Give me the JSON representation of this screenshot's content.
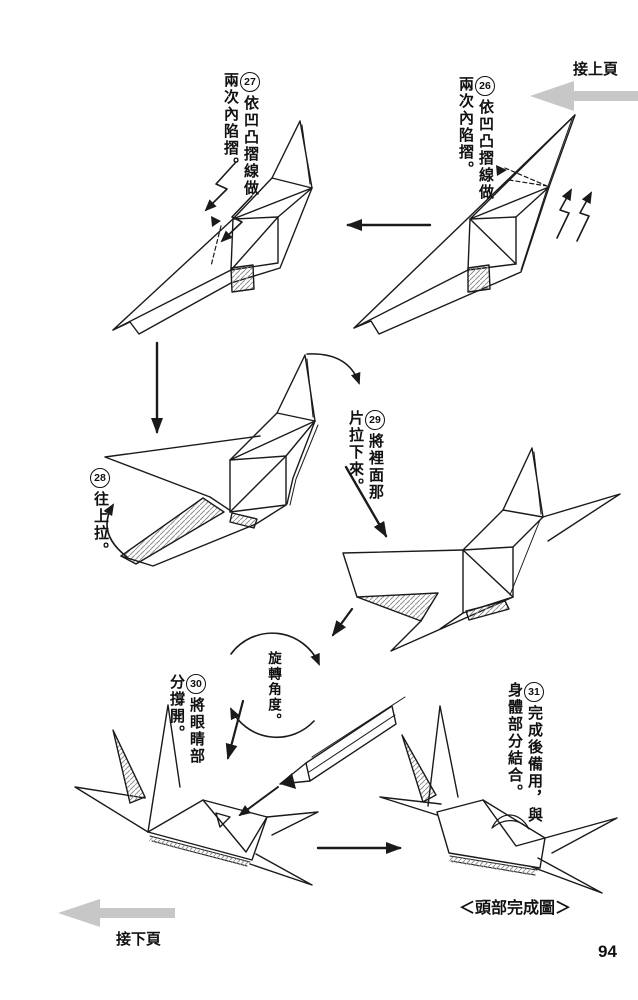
{
  "page": {
    "nav_top": "接上頁",
    "nav_bottom": "接下頁",
    "caption": "＜頭部完成圖＞",
    "rotate_note": "旋轉角度。",
    "number": "94"
  },
  "steps": [
    {
      "num": "26",
      "text": "依凹凸摺線做兩次內陷摺。"
    },
    {
      "num": "27",
      "text": "依凹凸摺線做兩次內陷摺。"
    },
    {
      "num": "28",
      "text": "往上拉。"
    },
    {
      "num": "29",
      "text": "將裡面那片拉下來。"
    },
    {
      "num": "30",
      "text": "將眼睛部分撐開。"
    },
    {
      "num": "31",
      "text": "完成後備用，與身體部分結合。"
    }
  ],
  "colors": {
    "ink": "#1a1a1a",
    "gray_arrow": "#c7c7c7",
    "hatch": "#8f8f8f",
    "paper": "#ffffff"
  }
}
